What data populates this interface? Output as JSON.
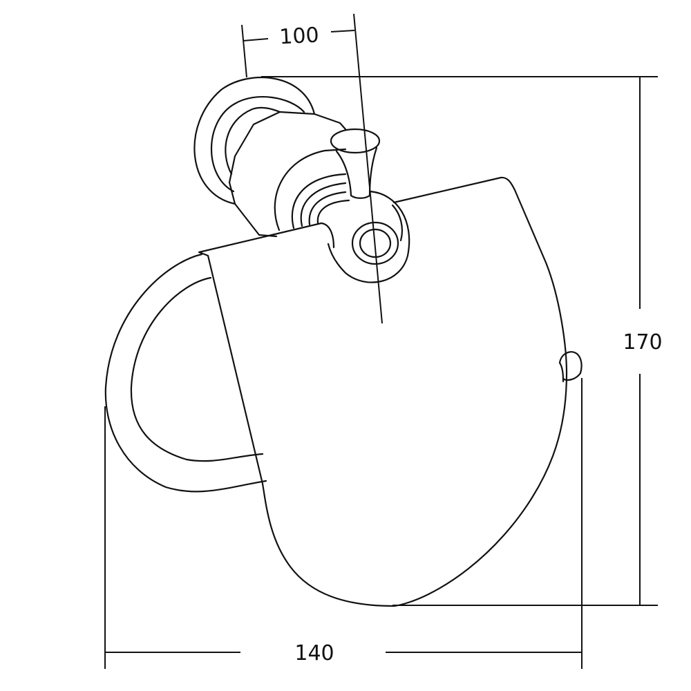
{
  "diagram": {
    "subject": "Toilet paper holder with cover",
    "line_color": "#111111",
    "background": "#ffffff",
    "dimensions": {
      "top": {
        "value": "100",
        "label": "100"
      },
      "right": {
        "value": "170",
        "label": "170"
      },
      "bottom": {
        "value": "140",
        "label": "140"
      }
    },
    "parts": [
      "wall-flange",
      "mounting-post",
      "knob",
      "cover-flap",
      "paper-arm",
      "arm-end-cap"
    ]
  }
}
